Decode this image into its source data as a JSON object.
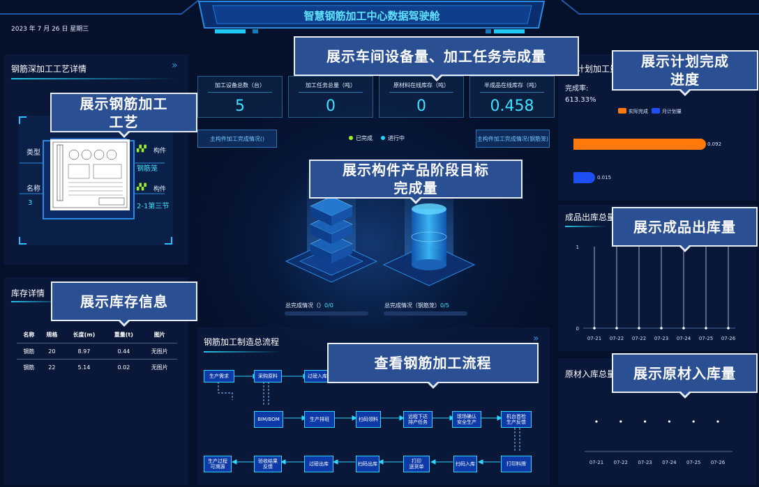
{
  "header": {
    "title": "智慧钢筋加工中心数据驾驶舱",
    "date": "2023 年 7 月 26 日 星期三"
  },
  "colors": {
    "accent": "#3fe2ff",
    "orange": "#ff7a0a",
    "blue": "#1d4ff2",
    "green": "#9ef02a"
  },
  "process_panel": {
    "title": "钢筋深加工工艺详情",
    "label_type": "类型",
    "label_name": "名称",
    "label_gou1": "构件",
    "label_gou2": "构件",
    "value_type": "钢筋笼",
    "value_name": "2-1第三节",
    "value_left": "3"
  },
  "inventory": {
    "title": "库存详情",
    "headers": [
      "名称",
      "规格",
      "长度(m)",
      "重量(t)",
      "图片"
    ],
    "rows": [
      [
        "钢筋",
        "20",
        "8.97",
        "0.44",
        "无图片"
      ],
      [
        "钢筋",
        "22",
        "5.14",
        "0.02",
        "无图片"
      ]
    ]
  },
  "stats": [
    {
      "label": "加工设备总数（台）",
      "value": "5"
    },
    {
      "label": "加工任务总量（吨）",
      "value": "0"
    },
    {
      "label": "原材料在线库存（吨）",
      "value": "0"
    },
    {
      "label": "半成品在线库存（吨）",
      "value": "0.458"
    }
  ],
  "center": {
    "btn_left": "主构件加工完成情况()",
    "btn_right": "主构件加工完成情况(钢筋笼)",
    "legend_done": "已完成",
    "legend_progress": "进行中",
    "total_left_label": "总完成情况（）",
    "total_left_value": "0/0",
    "total_right_label": "总完成情况（钢筋笼）",
    "total_right_value": "0/5"
  },
  "flow": {
    "title": "钢筋加工制造总流程",
    "row1": [
      "生产需求",
      "采购原料",
      "过磅入库"
    ],
    "row2": [
      "BIM/BOM",
      "生产排班",
      "扫码领料",
      "远程下达\n排产任务",
      "现场确认\n安全生产",
      "机台首检\n生产反馈"
    ],
    "row3": [
      "生产过程\n可溯源",
      "验收结果\n反馈",
      "过磅出库",
      "扫码出库",
      "打印\n送货单",
      "扫码入库",
      "打印料牌"
    ]
  },
  "plan": {
    "title": "计划加工量",
    "rate_label": "完成率:",
    "rate_value": "613.33%",
    "legend_actual": "实际完成",
    "legend_plan": "月计划量",
    "actual_value": "0.092",
    "plan_value": "0.015"
  },
  "outbound": {
    "title": "成品出库总量"
  },
  "inbound": {
    "title": "原材入库总量"
  },
  "chart_data": [
    {
      "type": "line",
      "title": "成品出库总量",
      "categories": [
        "07-21",
        "07-22",
        "07-22",
        "07-23",
        "07-24",
        "07-25",
        "07-26"
      ],
      "values": [
        0,
        0,
        0,
        0,
        0,
        0,
        0
      ],
      "ylim": [
        0,
        1
      ],
      "yticks": [
        "0",
        "1"
      ]
    },
    {
      "type": "scatter",
      "title": "原材入库总量",
      "categories": [
        "07-21",
        "07-22",
        "07-23",
        "07-24",
        "07-25",
        "07-26"
      ],
      "values": [
        0,
        0,
        0,
        0,
        0,
        0
      ]
    }
  ],
  "callouts": {
    "c1": "展示车间设备量、加工任务完成量",
    "c2": "展示计划完成\n进度",
    "c3": "展示钢筋加工\n工艺",
    "c4": "展示构件产品阶段目标\n完成量",
    "c5": "展示成品出库量",
    "c6": "展示库存信息",
    "c7": "查看钢筋加工流程",
    "c8": "展示原材入库量"
  }
}
